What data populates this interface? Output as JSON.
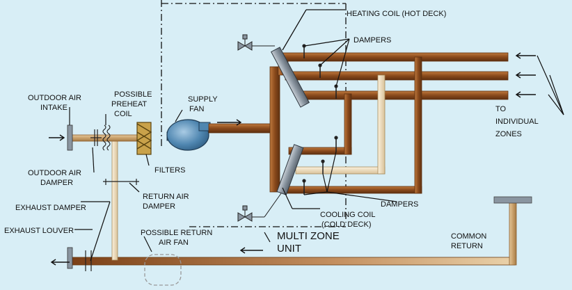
{
  "colors": {
    "background": "#d8eef6",
    "duct_brown": "#8a4a1c",
    "duct_light": "#c9a06a",
    "duct_pale": "#efdcb8",
    "coil_gray": "#8a95a0",
    "fan_blue": "#4f86b0",
    "filter_gold": "#c9a24a"
  },
  "labels": {
    "heating_coil": "HEATING COIL (HOT DECK)",
    "dampers_top": "DAMPERS",
    "to_zones_1": "TO",
    "to_zones_2": "INDIVIDUAL",
    "to_zones_3": "ZONES",
    "outdoor_air_intake_1": "OUTDOOR AIR",
    "outdoor_air_intake_2": "INTAKE",
    "preheat_1": "POSSIBLE",
    "preheat_2": "PREHEAT",
    "preheat_3": "COIL",
    "supply_fan_1": "SUPPLY",
    "supply_fan_2": "FAN",
    "filters": "FILTERS",
    "outdoor_air_damper_1": "OUTDOOR AIR",
    "outdoor_air_damper_2": "DAMPER",
    "return_air_damper_1": "RETURN AIR",
    "return_air_damper_2": "DAMPER",
    "exhaust_damper": "EXHAUST DAMPER",
    "exhaust_louver": "EXHAUST LOUVER",
    "possible_return_fan_1": "POSSIBLE RETURN",
    "possible_return_fan_2": "AIR FAN",
    "dampers_bottom": "DAMPERS",
    "cooling_coil_1": "COOLING COIL",
    "cooling_coil_2": "(COLD DECK)",
    "multi_zone_1": "MULTI ZONE",
    "multi_zone_2": "UNIT",
    "common_return_1": "COMMON",
    "common_return_2": "RETURN"
  }
}
